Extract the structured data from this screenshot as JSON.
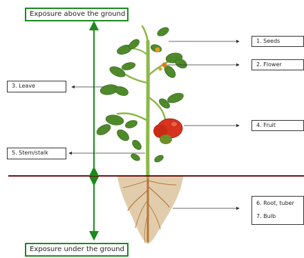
{
  "top_banner": {
    "text": "Exposure above the ground"
  },
  "bottom_banner": {
    "text": "Exposure under the ground"
  },
  "labels": {
    "seeds": "1. Seeds",
    "flower": "2. Flower",
    "leave": "3. Leave",
    "fruit": "4. Fruit",
    "stem": "5. Stem/stalk",
    "root": "6. Root, tuber",
    "bulb": "7. Bulb"
  },
  "colors": {
    "banner_border": "#1a8a1a",
    "ground_line": "#6b0f0f",
    "stem": "#8cb84a",
    "leaf": "#4f8a2a",
    "fruit": "#d8331f",
    "soil": "#d9c29a",
    "root": "#b5763a"
  }
}
